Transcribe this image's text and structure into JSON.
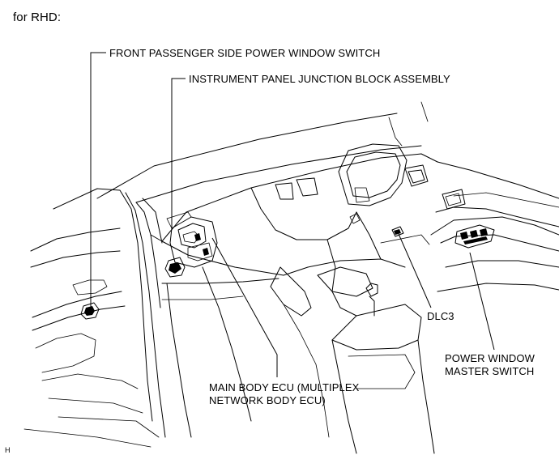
{
  "title": "for RHD:",
  "labels": {
    "front_passenger_switch": "FRONT PASSENGER SIDE POWER WINDOW SWITCH",
    "junction_block": "INSTRUMENT PANEL JUNCTION BLOCK ASSEMBLY",
    "dlc3": "DLC3",
    "master_switch_line1": "POWER WINDOW",
    "master_switch_line2": "MASTER SWITCH",
    "main_body_ecu_line1": "MAIN BODY ECU (MULTIPLEX",
    "main_body_ecu_line2": "NETWORK BODY ECU)"
  },
  "corner_mark": "H"
}
